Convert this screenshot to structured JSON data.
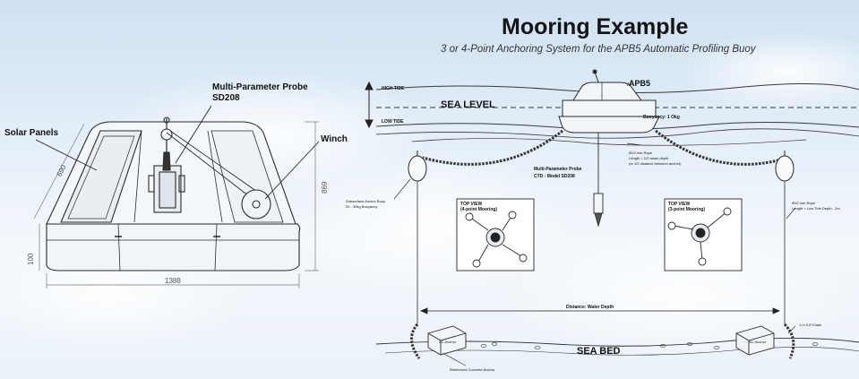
{
  "title": "Mooring Example",
  "subtitle": "3 or 4-Point Anchoring System for the APB5 Automatic Profiling Buoy",
  "left_figure": {
    "solar_panels_label": "Solar Panels",
    "probe_label_line1": "Multi-Parameter Probe",
    "probe_label_line2": "SD208",
    "winch_label": "Winch",
    "dim_width": "1388",
    "dim_height": "869",
    "dim_diagonal": "690",
    "dim_base": "100"
  },
  "right_figure": {
    "high_tide": "HIGH TIDE",
    "low_tide": "LOW TIDE",
    "sea_level": "SEA LEVEL",
    "buoy_label": "APB5",
    "buoyancy_label": "Buoyancy: 1 Okg",
    "rope_note_line1": "Ø12 mm Rope",
    "rope_note_line2": "Length = 1/2 water depth",
    "rope_note_line3": "(or 1/2 distance between anchor)",
    "probe_label_line1": "Multi-Parameter Probe",
    "probe_label_line2": "CTD - Model SD208",
    "subsurface_line1": "Subsurface Anchor Buoy",
    "subsurface_line2": "20 - 30kg Buoyancy",
    "rope_right_line1": "Ø12 mm Rope",
    "rope_right_line2": "Length = Low Tide Depth - 2m",
    "inset_left_title_line1": "TOP VIEW",
    "inset_left_title_line2": "(4-point Mooring)",
    "inset_right_title_line1": "TOP VIEW",
    "inset_right_title_line2": "(3-point Mooring)",
    "distance_label": "Distance: Water Depth",
    "sea_bed": "SEA BED",
    "chain_label": "1 m 0.5\"Chain",
    "anchor_label": "Reinforced Concrete Anchor",
    "anchor_block_text": "AC Anchor"
  },
  "colors": {
    "line": "#2a2a2a",
    "water_line": "#3a3a3a",
    "sky_top": "#cfe1f2"
  }
}
